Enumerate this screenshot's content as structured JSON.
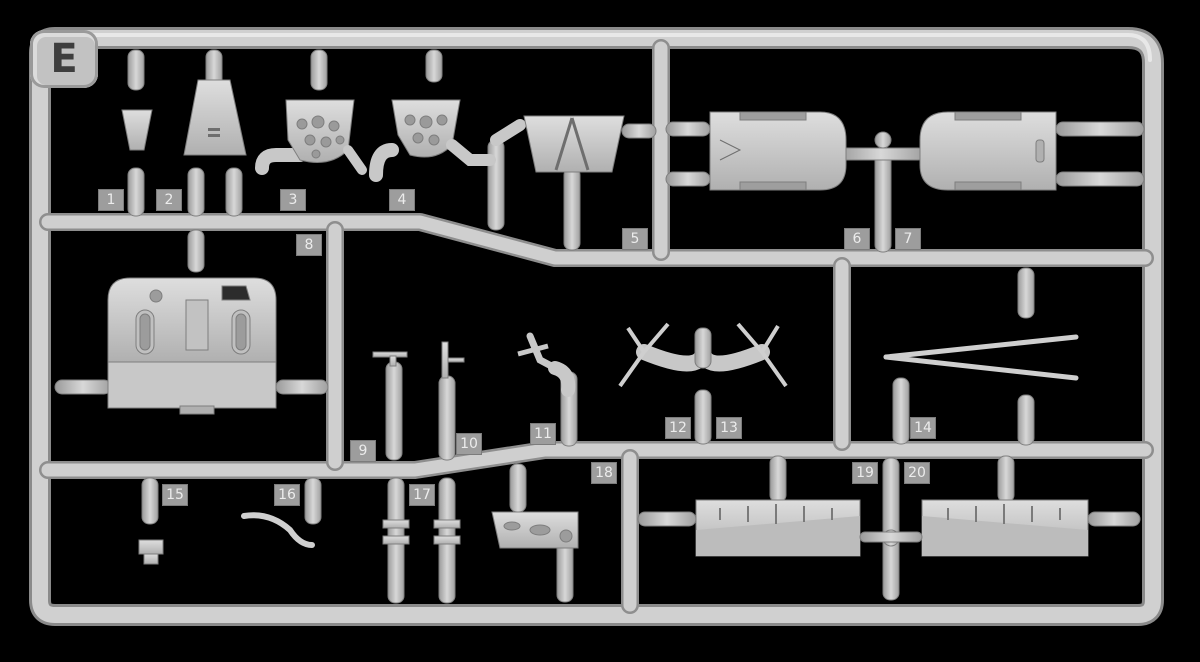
{
  "sprue_letter": "E",
  "labels": {
    "p1": "1",
    "p2": "2",
    "p3": "3",
    "p4": "4",
    "p5": "5",
    "p6": "6",
    "p7": "7",
    "p8": "8",
    "p9": "9",
    "p10": "10",
    "p11": "11",
    "p12": "12",
    "p13": "13",
    "p14": "14",
    "p15": "15",
    "p16": "16",
    "p17": "17",
    "p18": "18",
    "p19": "19",
    "p20": "20"
  },
  "colors": {
    "background": "#000000",
    "plastic_light": "#d2d2d2",
    "plastic_mid": "#b8b8b8",
    "plastic_dark": "#8e8e8e",
    "label_box": "#9d9d9d"
  }
}
